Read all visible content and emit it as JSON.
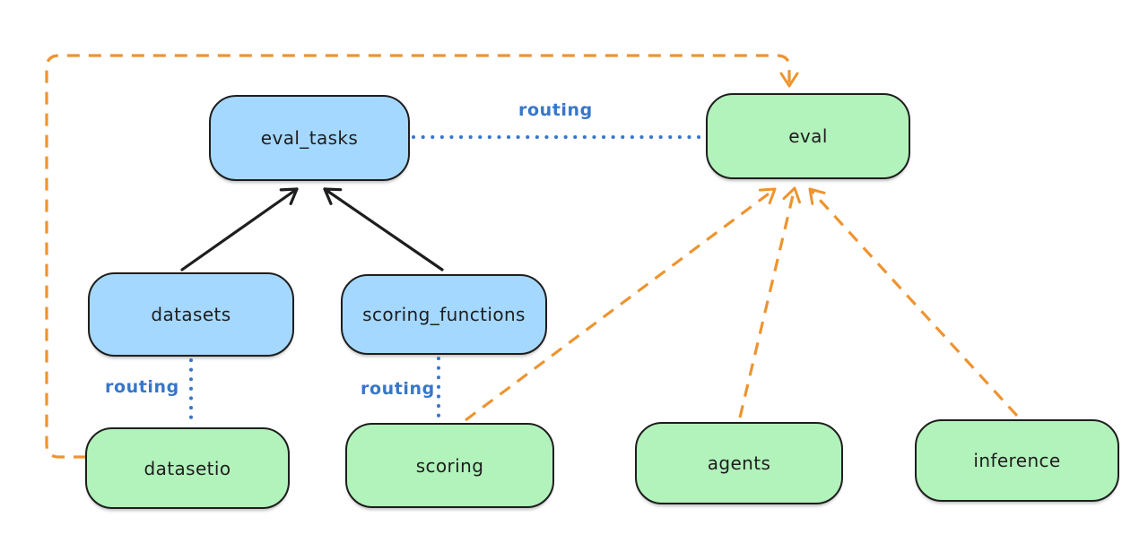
{
  "diagram": {
    "title": "",
    "nodes": [
      {
        "id": "eval_tasks",
        "label": "eval_tasks",
        "color_role": "api",
        "fill": "#a5d8ff"
      },
      {
        "id": "eval",
        "label": "eval",
        "color_role": "provider",
        "fill": "#b2f2bb"
      },
      {
        "id": "datasets",
        "label": "datasets",
        "color_role": "api",
        "fill": "#a5d8ff"
      },
      {
        "id": "scoring_functions",
        "label": "scoring_functions",
        "color_role": "api",
        "fill": "#a5d8ff"
      },
      {
        "id": "datasetio",
        "label": "datasetio",
        "color_role": "provider",
        "fill": "#b2f2bb"
      },
      {
        "id": "scoring",
        "label": "scoring",
        "color_role": "provider",
        "fill": "#b2f2bb"
      },
      {
        "id": "agents",
        "label": "agents",
        "color_role": "provider",
        "fill": "#b2f2bb"
      },
      {
        "id": "inference",
        "label": "inference",
        "color_role": "provider",
        "fill": "#b2f2bb"
      }
    ],
    "edges": [
      {
        "from": "datasets",
        "to": "eval_tasks",
        "style": "solid-black-arrow",
        "label": ""
      },
      {
        "from": "scoring_functions",
        "to": "eval_tasks",
        "style": "solid-black-arrow",
        "label": ""
      },
      {
        "from": "eval_tasks",
        "to": "eval",
        "style": "dotted-blue",
        "label": "routing"
      },
      {
        "from": "datasets",
        "to": "datasetio",
        "style": "dotted-blue",
        "label": "routing"
      },
      {
        "from": "scoring_functions",
        "to": "scoring",
        "style": "dotted-blue",
        "label": "routing"
      },
      {
        "from": "datasetio",
        "to": "eval",
        "style": "dashed-orange-arrow",
        "label": ""
      },
      {
        "from": "scoring",
        "to": "eval",
        "style": "dashed-orange-arrow",
        "label": ""
      },
      {
        "from": "agents",
        "to": "eval",
        "style": "dashed-orange-arrow",
        "label": ""
      },
      {
        "from": "inference",
        "to": "eval",
        "style": "dashed-orange-arrow",
        "label": ""
      }
    ],
    "colors": {
      "api_fill": "#a5d8ff",
      "provider_fill": "#b2f2bb",
      "node_stroke": "#1e1e1e",
      "solid_arrow": "#1e1e1e",
      "dashed_arrow": "#ed9430",
      "routing_line": "#3876c9",
      "routing_text": "#3876c9",
      "background": "#ffffff"
    }
  }
}
